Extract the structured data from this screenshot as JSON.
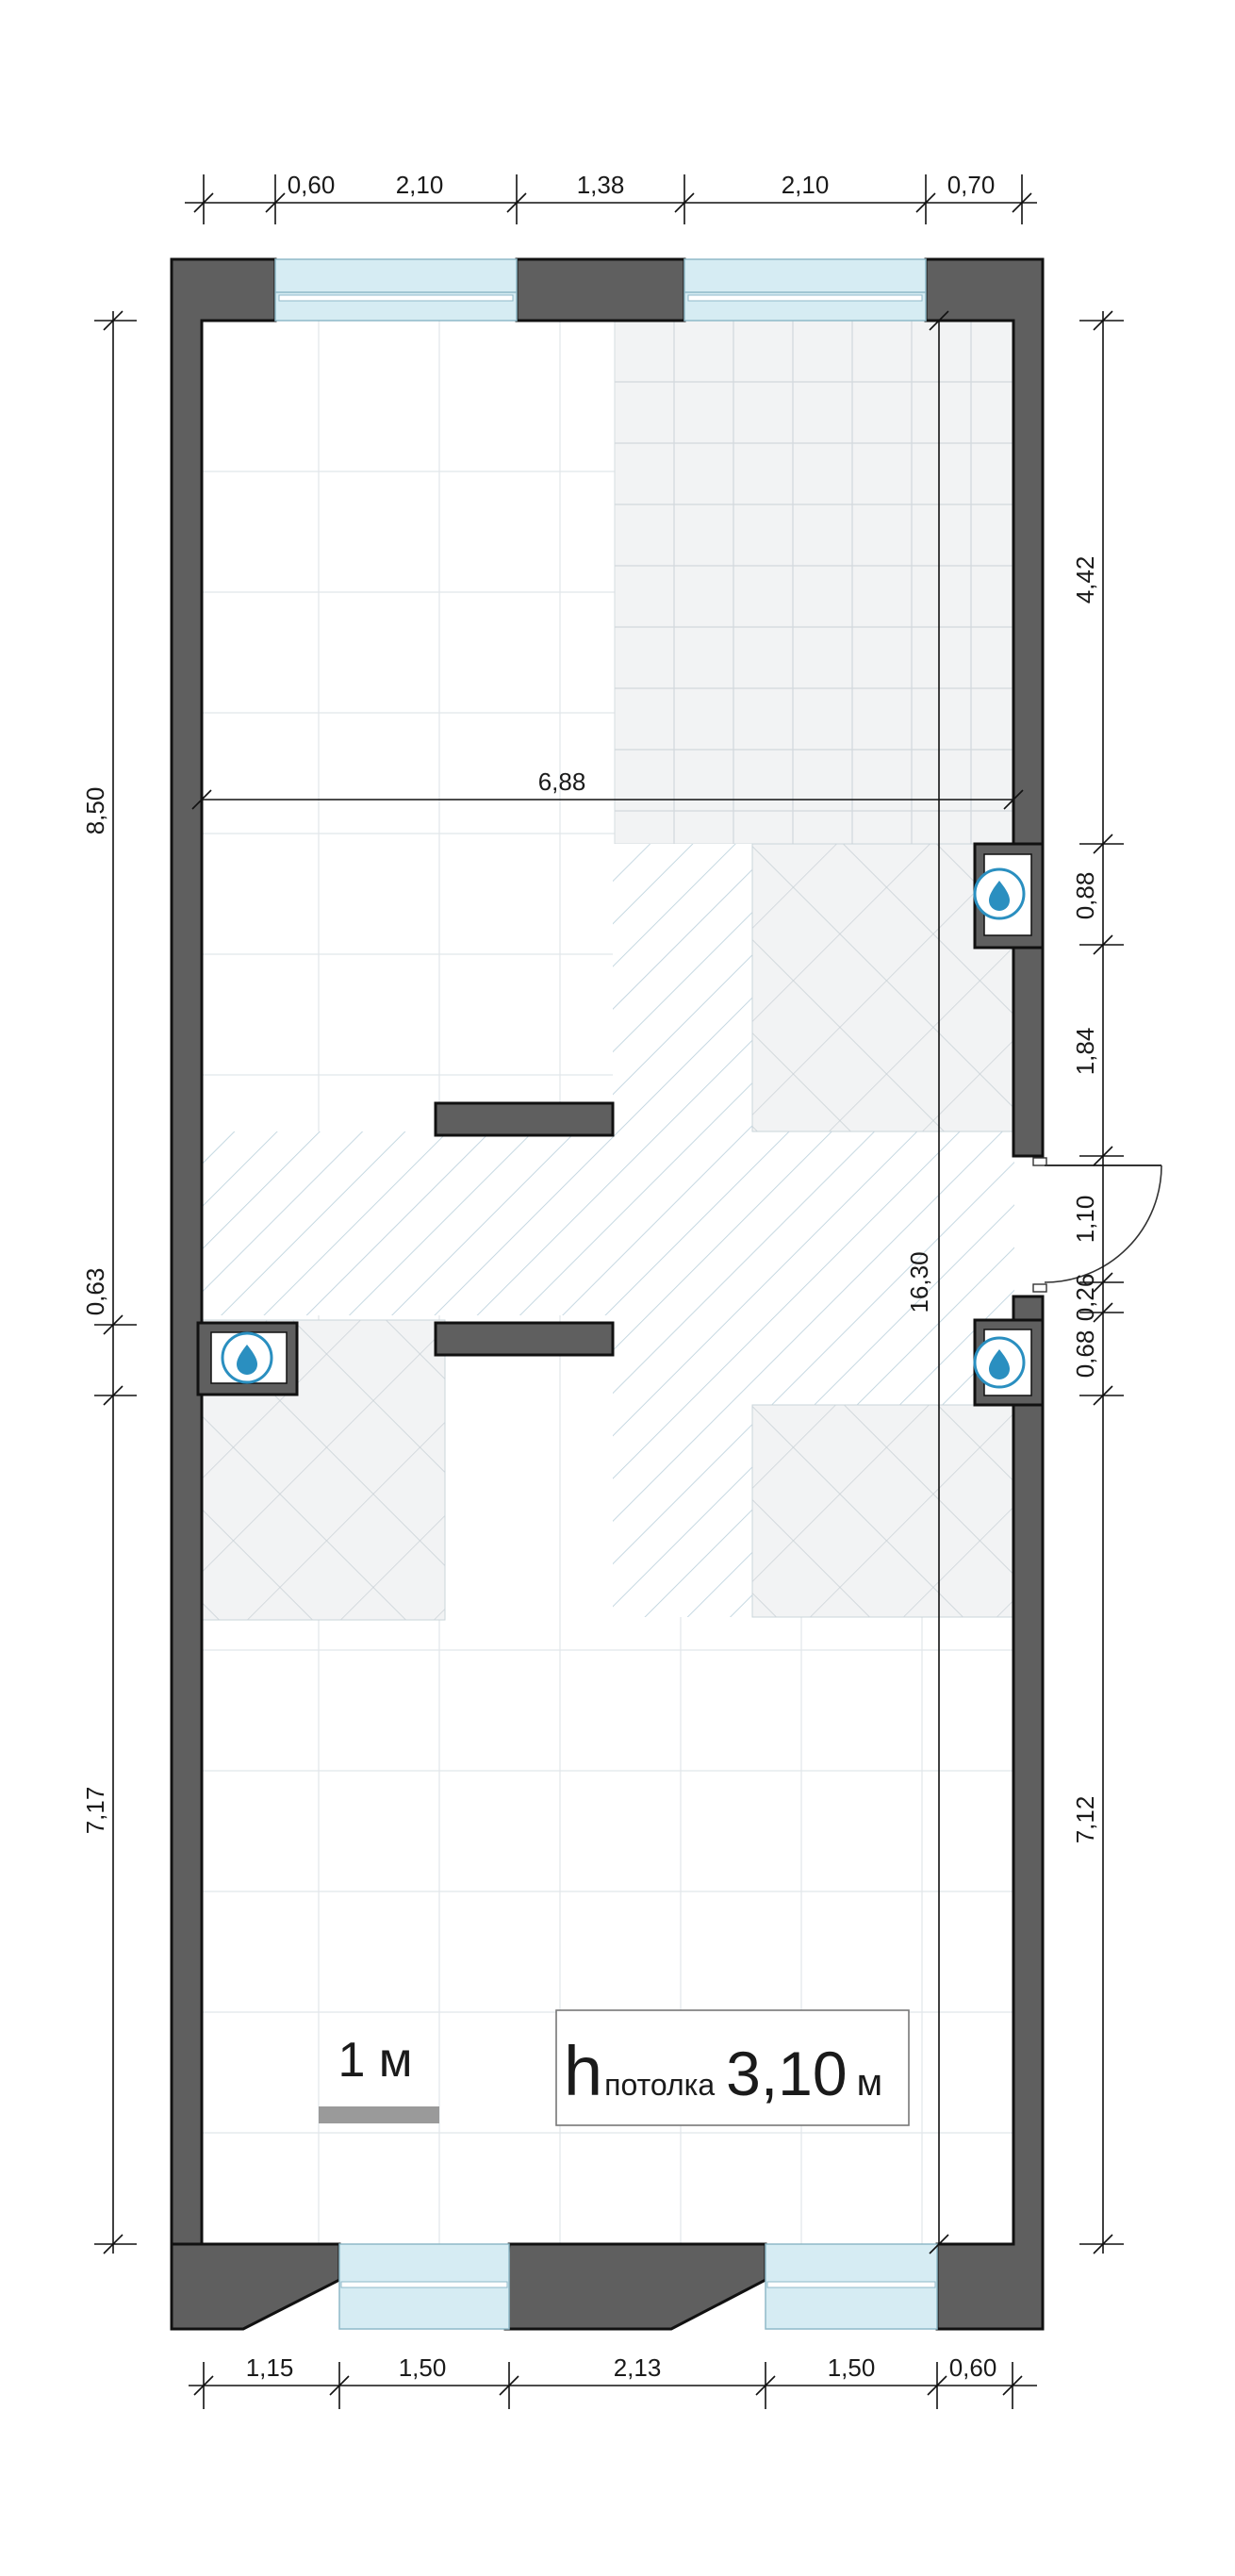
{
  "plan": {
    "top_dims": [
      "0,60",
      "2,10",
      "1,38",
      "2,10",
      "0,70"
    ],
    "bottom_dims": [
      "1,15",
      "1,50",
      "2,13",
      "1,50",
      "0,60"
    ],
    "left_dims": [
      "8,50",
      "0,63",
      "7,17"
    ],
    "right_dims": [
      "4,42",
      "0,88",
      "1,84",
      "1,10",
      "0,26",
      "0,68",
      "7,12"
    ],
    "inner_width": "6,88",
    "inner_length": "16,30",
    "scale_label": "1 м",
    "ceiling": {
      "h": "h",
      "sub": "потолка",
      "value": "3,10",
      "unit": "м"
    },
    "icons": [
      "water-drop-icon",
      "water-drop-icon",
      "water-drop-icon"
    ],
    "colors": {
      "wall": "#5f5f5f",
      "window": "#d6ecf3",
      "tile": "#f2f3f4",
      "hatch": "#b8cfdb",
      "icon": "#2a8fc0"
    }
  }
}
